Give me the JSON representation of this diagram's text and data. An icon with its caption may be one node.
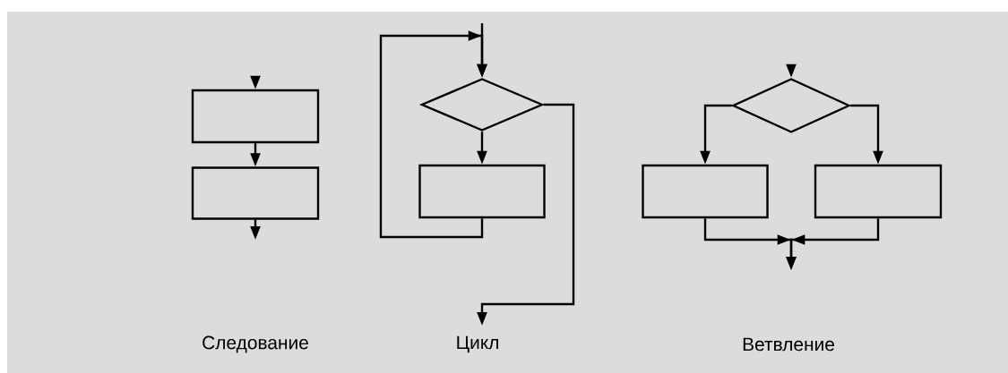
{
  "diagram": {
    "nodes": [
      {
        "text": [],
        "shape": "box"
      },
      {
        "text": [],
        "shape": "box"
      },
      {
        "text": [],
        "shape": "diamond"
      },
      {
        "text": [],
        "shape": "box"
      },
      {
        "text": [],
        "shape": "diamond"
      },
      {
        "text": [],
        "shape": "box"
      },
      {
        "text": [],
        "shape": "box"
      }
    ],
    "edges": [
      {
        "from": null,
        "to": 0,
        "arrow": "to"
      },
      {
        "from": 0,
        "to": 1,
        "arrow": "to"
      },
      {
        "from": 1,
        "to": null,
        "arrow": "to"
      },
      {
        "from": null,
        "to": 2,
        "arrow": "to"
      },
      {
        "from": 2,
        "to": 3,
        "arrow": "to"
      },
      {
        "from": 3,
        "to": 2,
        "arrow": "to"
      },
      {
        "from": 2,
        "to": null,
        "arrow": "to"
      },
      {
        "from": null,
        "to": 4,
        "arrow": "to"
      },
      {
        "from": 4,
        "to": 5,
        "arrow": "to"
      },
      {
        "from": 4,
        "to": 6,
        "arrow": "to"
      },
      {
        "from": 5,
        "to": null,
        "arrow": "to"
      },
      {
        "from": 6,
        "to": null,
        "arrow": "to"
      }
    ],
    "labels": [
      "Следование",
      "Цикл",
      "Ветвление"
    ]
  }
}
